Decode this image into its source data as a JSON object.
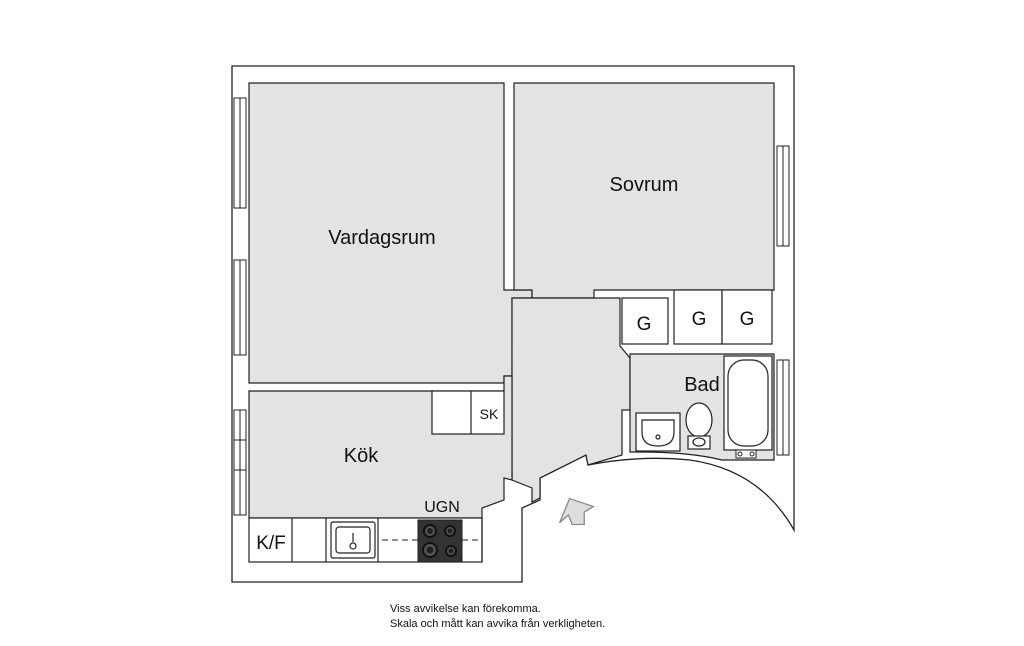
{
  "rooms": {
    "living": "Vardagsrum",
    "bedroom": "Sovrum",
    "kitchen": "Kök",
    "bathroom": "Bad"
  },
  "fixtures": {
    "closet_1": "G",
    "closet_2": "G",
    "closet_3": "G",
    "cabinet": "SK",
    "oven": "UGN",
    "fridge_freezer": "K/F"
  },
  "disclaimer": {
    "line1": "Viss avvikelse kan förekomma.",
    "line2": "Skala och mått kan avvika från verkligheten."
  },
  "colors": {
    "floor": "#e3e3e3",
    "wall": "#ffffff",
    "line": "#222222",
    "stove": "#333333"
  }
}
